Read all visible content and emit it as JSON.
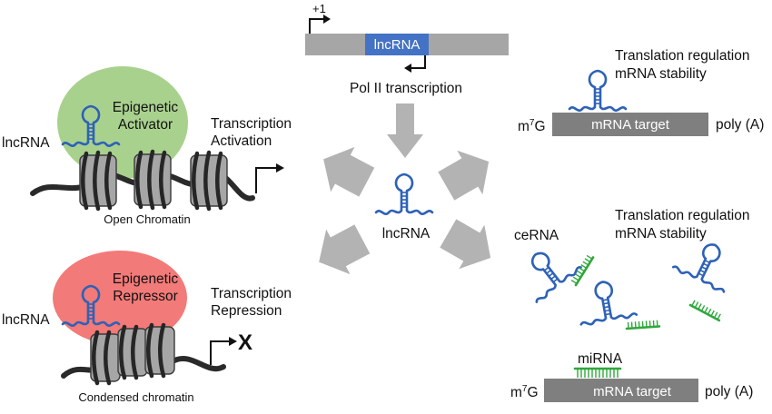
{
  "colors": {
    "rna_blue": "#2e62b7",
    "lncrna_box": "#4472c4",
    "mirna_green": "#2fa83b",
    "activator_green": "#a9d18e",
    "repressor_red": "#f27a78",
    "gene_gray": "#a6a6a6",
    "target_gray": "#7f7f7f",
    "arrow_gray": "#b3b3b3"
  },
  "top": {
    "tss_label": "+1",
    "gene_label": "lncRNA",
    "transcription_label": "Pol II transcription"
  },
  "center": {
    "lncrna_label": "lncRNA"
  },
  "activation": {
    "ellipse_line1": "Epigenetic",
    "ellipse_line2": "Activator",
    "lncrna_label": "lncRNA",
    "outcome_line1": "Transcription",
    "outcome_line2": "Activation",
    "chromatin_label": "Open Chromatin"
  },
  "repression": {
    "ellipse_line1": "Epigenetic",
    "ellipse_line2": "Repressor",
    "lncrna_label": "lncRNA",
    "outcome_line1": "Transcription",
    "outcome_line2": "Repression",
    "block_symbol": "X",
    "chromatin_label": "Condensed chromatin"
  },
  "mrna_top": {
    "regulation_line1": "Translation regulation",
    "regulation_line2": "mRNA stability",
    "cap_prefix": "m",
    "cap_sup": "7",
    "cap_suffix": "G",
    "target_label": "mRNA target",
    "tail_label": "poly (A)"
  },
  "cerna": {
    "cerna_label": "ceRNA",
    "regulation_line1": "Translation regulation",
    "regulation_line2": "mRNA stability",
    "mirna_label": "miRNA",
    "cap_prefix": "m",
    "cap_sup": "7",
    "cap_suffix": "G",
    "target_label": "mRNA target",
    "tail_label": "poly (A)"
  }
}
